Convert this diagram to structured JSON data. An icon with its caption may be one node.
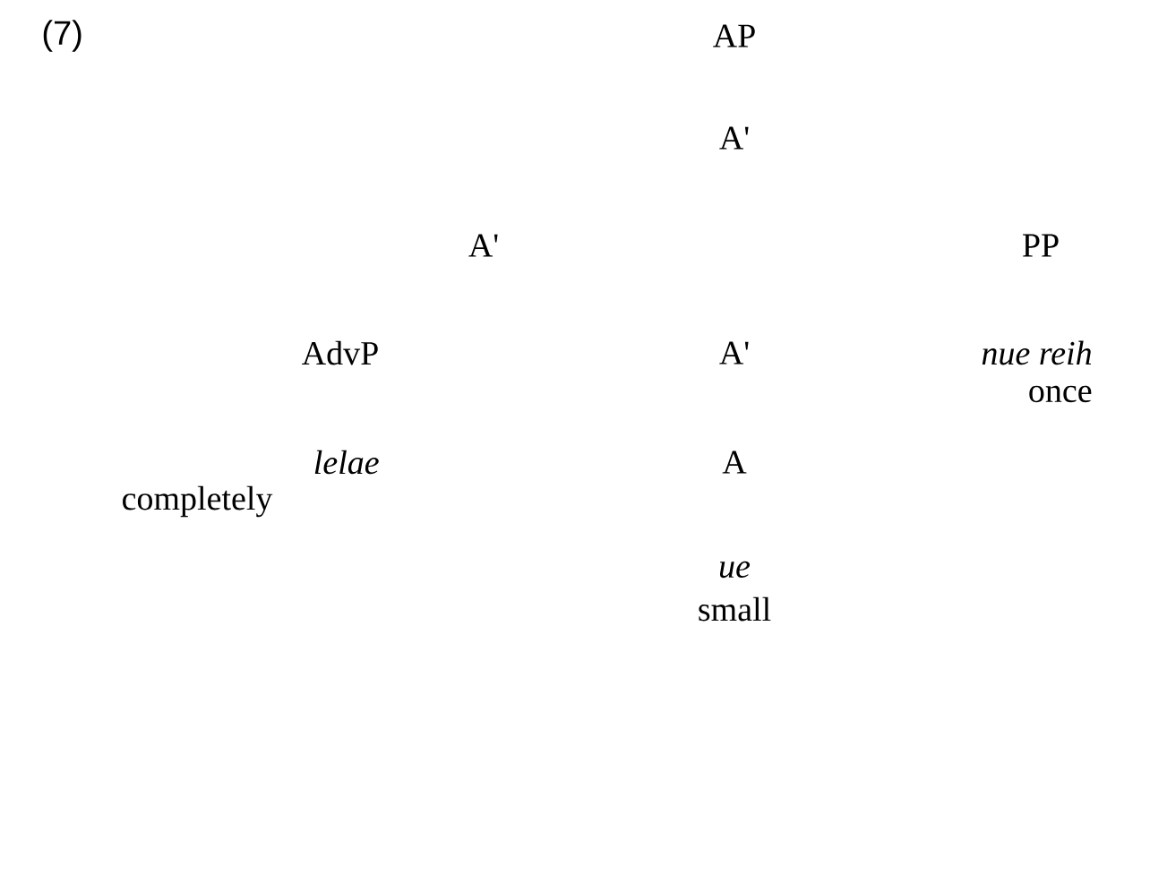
{
  "diagram": {
    "labels": [
      "(7)",
      "AP",
      "A'",
      "A'",
      "PP",
      "AdvP",
      "A'",
      "nue reih",
      "once",
      "lelae",
      "completely",
      "A",
      "ue",
      "small"
    ]
  }
}
